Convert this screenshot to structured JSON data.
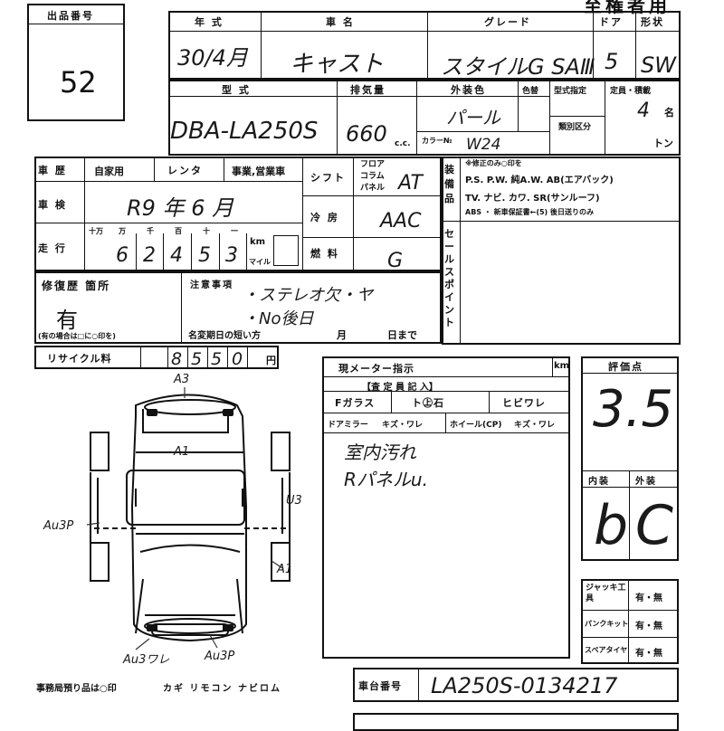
{
  "lot": {
    "label": "出品番号",
    "number": "52"
  },
  "title": "至権者用",
  "header": {
    "year_label": "年 式",
    "model_label": "車 名",
    "grade_label": "グレード",
    "door_label": "ドア",
    "shape_label": "形状",
    "year_value": "30/4月",
    "model_value": "キャスト",
    "grade_value": "スタイルG SAⅢ",
    "door_value": "5",
    "shape_value": "SW"
  },
  "specs": {
    "type_label": "型 式",
    "displacement_label": "排気量",
    "color_label": "外装色",
    "color_change_label": "色替",
    "type_designation_label": "型式指定",
    "class_label": "類別区分",
    "capacity_label": "定員・積載",
    "capacity_unit_persons": "名",
    "capacity_unit_ton": "トン",
    "type_value": "DBA-LA250S",
    "displacement_value": "660",
    "displacement_unit": "c.c.",
    "color_value": "パール",
    "color_no_label": "カラー№",
    "color_no_value": "W24",
    "capacity_value": "4"
  },
  "history": {
    "usage_label": "車 歴",
    "usage_options": "自家用",
    "rental_label": "レンタ",
    "business_label": "事業,営業車",
    "inspection_label": "車 検",
    "inspection_value": "R9 年 6 月",
    "mileage_label": "走 行",
    "mileage_units": [
      "十万",
      "万",
      "千",
      "百",
      "十",
      "一"
    ],
    "mileage_digits": [
      "6",
      "2",
      "4",
      "5",
      "3"
    ],
    "km_label": "km",
    "mile_label": "マイル",
    "shift_label": "シフト",
    "shift_options": [
      "フロア",
      "コラム",
      "パネル"
    ],
    "shift_value": "AT",
    "ac_label": "冷 房",
    "ac_value": "AAC",
    "fuel_label": "燃 料",
    "fuel_value": "G"
  },
  "equipment": {
    "label": "装備品",
    "note": "※修正のみ○印を",
    "line1": "P.S. P.W. 純A.W. AB(エアバック)",
    "line2": "TV. ナビ. カワ. SR(サンルーフ)",
    "line3": "ABS ・ 新車保証書←(5) 後日送りのみ"
  },
  "sales_point_label": "セールスポイント",
  "repair": {
    "label": "修復歴 箇所",
    "value": "有",
    "note": "(有の場合は□に○印を)"
  },
  "notes": {
    "label": "注意事項",
    "line1": "・ステレオ欠・ヤ",
    "line2": "・No後日",
    "deadline_label": "名変期日の短い方",
    "month_label": "月",
    "day_label": "日まで"
  },
  "recycle": {
    "label": "リサイクル料",
    "digits": [
      "8",
      "5",
      "5",
      "0"
    ],
    "unit": "円"
  },
  "inspector": {
    "meter_label": "現メーター指示",
    "meter_unit": "km",
    "header": "【査 定 員 記 入】",
    "glass_label": "Fガラス",
    "glass_options": "ト㊤石",
    "crack_label": "ヒビワレ",
    "mirror_label": "ドアミラー",
    "mirror_options": "キズ・ワレ",
    "wheel_label": "ホイール(CP)",
    "wheel_options": "キズ・ワレ",
    "remark1": "室内汚れ",
    "remark2": "Rパネルu."
  },
  "rating": {
    "label": "評価点",
    "value": "3.5",
    "interior_label": "内装",
    "exterior_label": "外装",
    "interior_value": "b",
    "exterior_value": "C"
  },
  "tools": {
    "jack_label": "ジャッキ工具",
    "puncture_label": "パンクキット",
    "spare_label": "スペアタイヤ",
    "yes_no": "有・無"
  },
  "diagram": {
    "marks": [
      "A3",
      "A1",
      "U3",
      "Au3P",
      "A1",
      "Au3P",
      "Au3ワレ"
    ]
  },
  "footer": {
    "office_note": "事務局預り品は○印",
    "items": "カギ リモコン ナビロム",
    "chassis_label": "車台番号",
    "chassis_value": "LA250S-0134217"
  }
}
